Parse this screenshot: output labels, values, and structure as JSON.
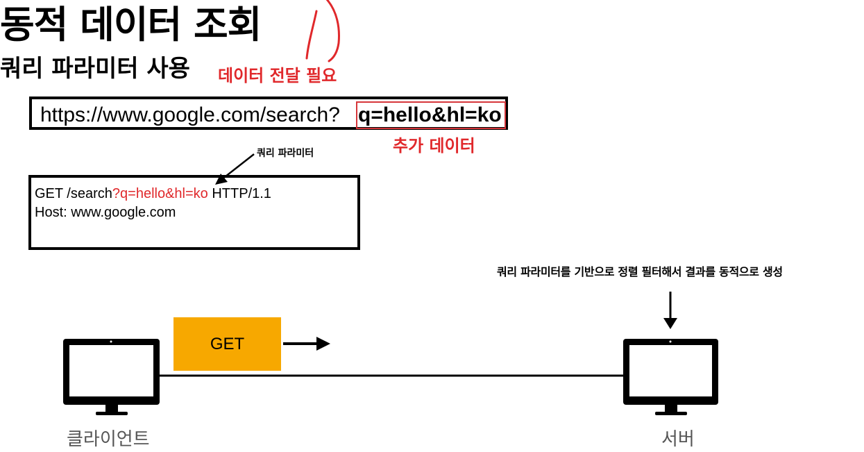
{
  "title": "동적 데이터 조회",
  "subtitle": "쿼리 파라미터 사용",
  "notes": {
    "data_needed": "데이터 전달 필요",
    "extra_data": "추가 데이터",
    "query_param_label": "쿼리 파라미터",
    "server_processing": "쿼리 파라미터를 기반으로 정렬 필터해서 결과를 동적으로 생성"
  },
  "url": {
    "base": "https://www.google.com/search?",
    "query": "q=hello&hl=ko"
  },
  "request": {
    "line1_prefix": "GET /search",
    "line1_query": "?q=hello&hl=ko",
    "line1_suffix": " HTTP/1.1",
    "line2": "Host: www.google.com"
  },
  "method_label": "GET",
  "client_label": "클라이언트",
  "server_label": "서버",
  "colors": {
    "accent_red": "#e0282b",
    "method_box": "#f7a800"
  },
  "icons": [
    "monitor-icon",
    "arrow-right-icon",
    "arrow-down-icon",
    "pen-scribble"
  ]
}
